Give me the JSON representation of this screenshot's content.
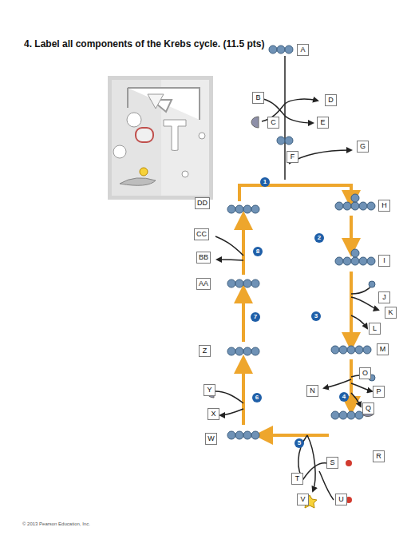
{
  "diagram": {
    "title": "4. Label all components of the Krebs cycle. (11.5 pts)",
    "nodes": [
      {
        "text": [
          "A"
        ]
      },
      {
        "text": [
          "B"
        ]
      },
      {
        "text": [
          "D"
        ]
      },
      {
        "text": [
          "C"
        ]
      },
      {
        "text": [
          "E"
        ]
      },
      {
        "text": [
          "G"
        ]
      },
      {
        "text": [
          "F"
        ]
      },
      {
        "text": [
          "1"
        ]
      },
      {
        "text": [
          "DD"
        ]
      },
      {
        "text": [
          "H"
        ]
      },
      {
        "text": [
          "CC"
        ]
      },
      {
        "text": [
          "2"
        ]
      },
      {
        "text": [
          "8"
        ]
      },
      {
        "text": [
          "BB"
        ]
      },
      {
        "text": [
          "I"
        ]
      },
      {
        "text": [
          "AA"
        ]
      },
      {
        "text": [
          "J"
        ]
      },
      {
        "text": [
          "K"
        ]
      },
      {
        "text": [
          "3"
        ]
      },
      {
        "text": [
          "7"
        ]
      },
      {
        "text": [
          "L"
        ]
      },
      {
        "text": [
          "Z"
        ]
      },
      {
        "text": [
          "M"
        ]
      },
      {
        "text": [
          "O"
        ]
      },
      {
        "text": [
          "Y"
        ]
      },
      {
        "text": [
          "N"
        ]
      },
      {
        "text": [
          "P"
        ]
      },
      {
        "text": [
          "4"
        ]
      },
      {
        "text": [
          "6"
        ]
      },
      {
        "text": [
          "Q"
        ]
      },
      {
        "text": [
          "X"
        ]
      },
      {
        "text": [
          "W"
        ]
      },
      {
        "text": [
          "5"
        ]
      },
      {
        "text": [
          "R"
        ]
      },
      {
        "text": [
          "S"
        ]
      },
      {
        "text": [
          "T"
        ]
      },
      {
        "text": [
          "V"
        ]
      },
      {
        "text": [
          "U"
        ]
      }
    ],
    "labels": [
      "© 2013 Pearson Education, Inc."
    ]
  }
}
